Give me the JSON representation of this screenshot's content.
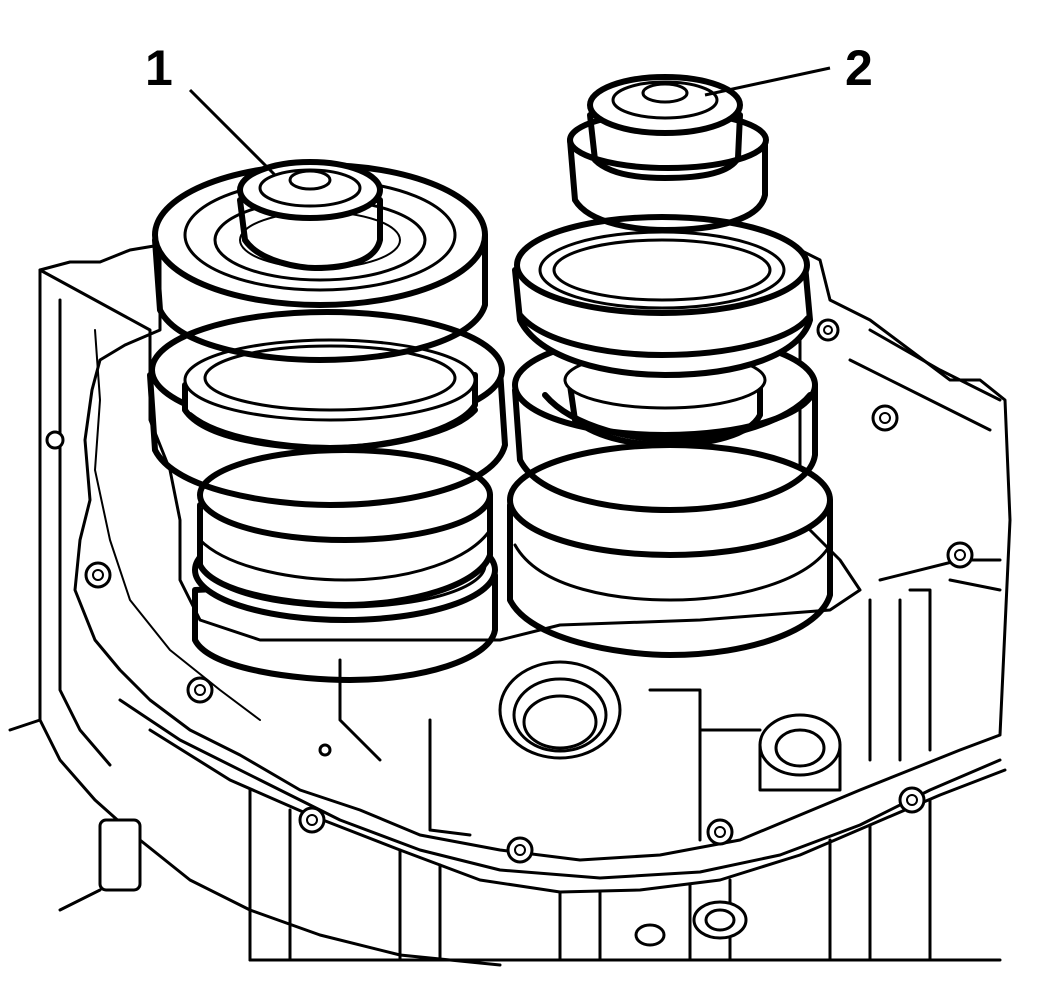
{
  "diagram": {
    "callouts": [
      {
        "id": "1",
        "label": "1"
      },
      {
        "id": "2",
        "label": "2"
      }
    ],
    "colors": {
      "line": "#000000",
      "background": "#ffffff"
    }
  }
}
